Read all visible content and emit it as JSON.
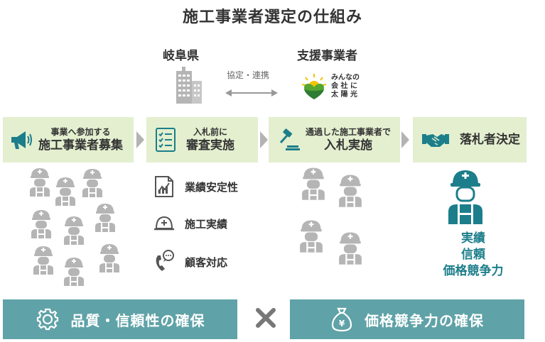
{
  "title": "施工事業者選定の仕組み",
  "left_party": {
    "name": "岐阜県",
    "icon": "building-icon"
  },
  "right_party": {
    "name": "支援事業者",
    "logo_text": [
      "みんなの",
      "会 社 に",
      "太 陽 光"
    ]
  },
  "link_label": "協定・連携",
  "steps": [
    {
      "small": "事業へ参加する",
      "big": "施工事業者募集",
      "icon": "megaphone-icon"
    },
    {
      "small": "入札前に",
      "big": "審査実施",
      "icon": "checklist-icon"
    },
    {
      "small": "通過した施工事業者で",
      "big": "入札実施",
      "icon": "gavel-icon"
    },
    {
      "small": "",
      "big": "落札者決定",
      "icon": "handshake-icon"
    }
  ],
  "criteria": [
    {
      "label": "業績安定性",
      "icon": "chart-document-icon"
    },
    {
      "label": "施工実績",
      "icon": "hardhat-icon"
    },
    {
      "label": "顧客対応",
      "icon": "phone-chat-icon"
    }
  ],
  "winner_lines": [
    "実績",
    "信頼",
    "価格競争力"
  ],
  "bottom": {
    "left": "品質・信頼性の確保",
    "right": "価格競争力の確保",
    "left_icon": "gear-icon",
    "right_icon": "money-bag-icon",
    "connector_icon": "times-icon"
  },
  "colors": {
    "step_bg": "#e3efcf",
    "teal": "#1c7e8a",
    "bar_bg": "#5fa2a7",
    "worker_gray": "#b5b5b5"
  }
}
